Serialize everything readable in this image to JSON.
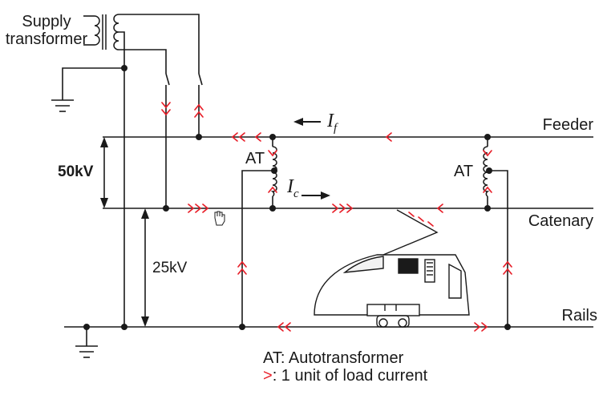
{
  "labels": {
    "supply_line1": "Supply",
    "supply_line2": "transformer",
    "feeder": "Feeder",
    "catenary": "Catenary",
    "rails": "Rails",
    "at_left": "AT",
    "at_right": "AT",
    "v50": "50kV",
    "v25": "25kV",
    "if_main": "I",
    "if_sub": "f",
    "ic_main": "I",
    "ic_sub": "c"
  },
  "legend": {
    "at_line": "AT:  Autotransformer",
    "arrow_symbol": ">",
    "arrow_text": ":  1 unit of load current"
  },
  "colors": {
    "wire": "#1a1a1a",
    "current_arrow": "#e8202a"
  }
}
